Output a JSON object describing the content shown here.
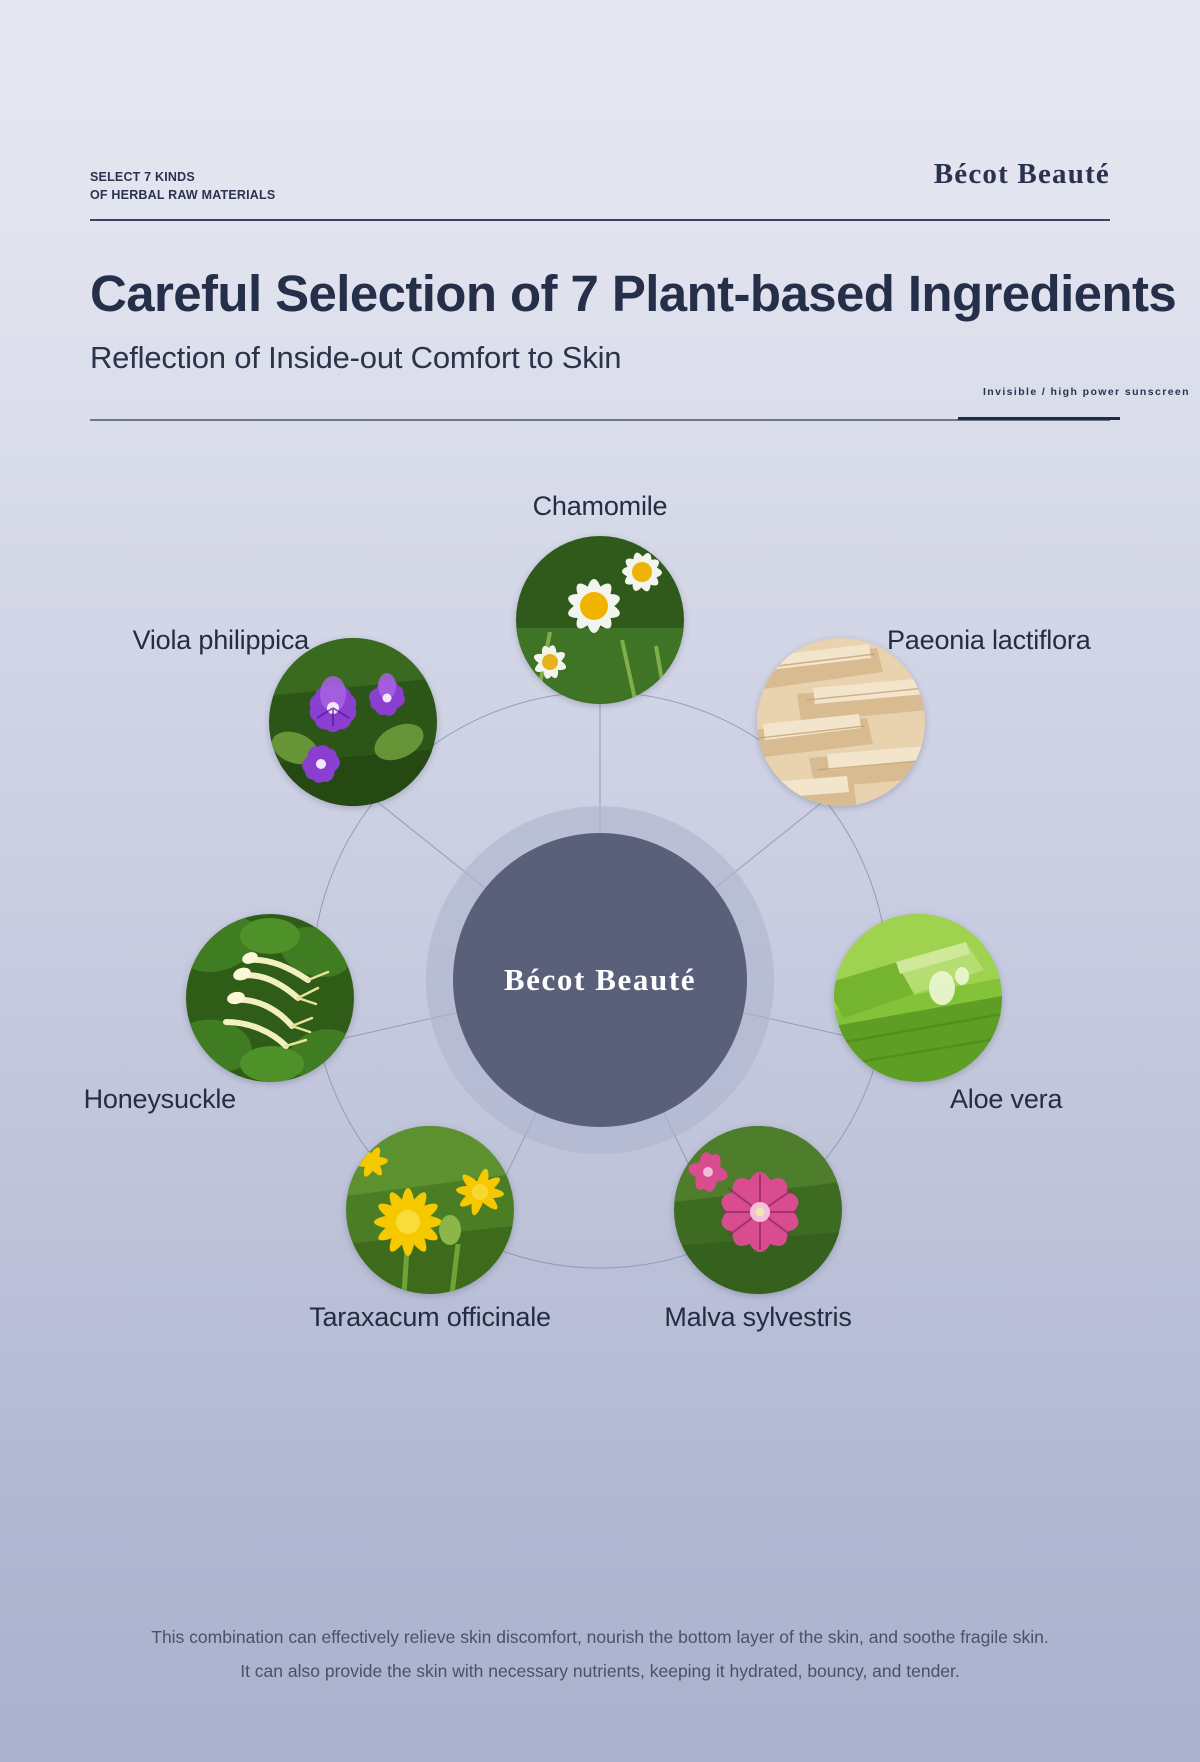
{
  "header": {
    "eyebrow": "SELECT 7 KINDS\nOF HERBAL RAW MATERIALS",
    "logo": "Bécot  Beauté"
  },
  "hero": {
    "title": "Careful Selection of 7 Plant-based Ingredients",
    "subtitle": "Reflection of Inside-out Comfort to Skin",
    "tagline": "Invisible  /  high power sunscreen"
  },
  "wheel": {
    "center_label": "Bécot  Beauté",
    "nodes": [
      {
        "label": "Chamomile",
        "image": "chamomile-photo"
      },
      {
        "label": "Paeonia lactiflora",
        "image": "paeonia-root-photo"
      },
      {
        "label": "Aloe vera",
        "image": "aloe-vera-photo"
      },
      {
        "label": "Malva sylvestris",
        "image": "malva-flower-photo"
      },
      {
        "label": "Taraxacum officinale",
        "image": "dandelion-photo"
      },
      {
        "label": "Honeysuckle",
        "image": "honeysuckle-photo"
      },
      {
        "label": "Viola philippica",
        "image": "viola-photo"
      }
    ]
  },
  "footer": {
    "line1": "This combination can effectively relieve skin discomfort, nourish the bottom layer of the skin, and soothe fragile skin.",
    "line2": "It can also provide the skin with necessary nutrients, keeping it hydrated, bouncy, and tender."
  },
  "colors": {
    "ink": "#252f4a",
    "hub": "#5a6079",
    "ring": "#afb5cd",
    "rule": "#3a4260"
  }
}
